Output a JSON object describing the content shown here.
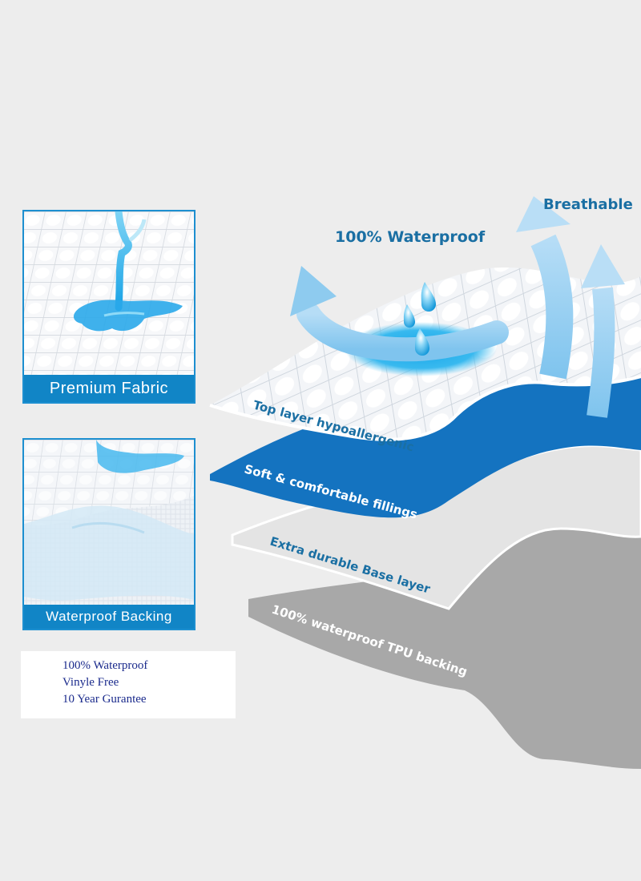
{
  "panels": {
    "top_caption": "Premium Fabric",
    "bottom_caption": "Waterproof Backing"
  },
  "features": [
    "100% Waterproof",
    "Vinyle Free",
    "10 Year Gurantee"
  ],
  "callouts": {
    "waterproof": "100% Waterproof",
    "breathable": "Breathable"
  },
  "layers": [
    "Top layer hypoallergenic",
    "Soft & comfortable fillings",
    "Extra durable Base layer",
    "100% waterproof TPU backing"
  ],
  "colors": {
    "brand_blue": "#1185c6",
    "layer_blue": "#1473c0",
    "text_blue": "#1a6fa3",
    "feature_text": "#1a2a8c",
    "background": "#ededed"
  }
}
